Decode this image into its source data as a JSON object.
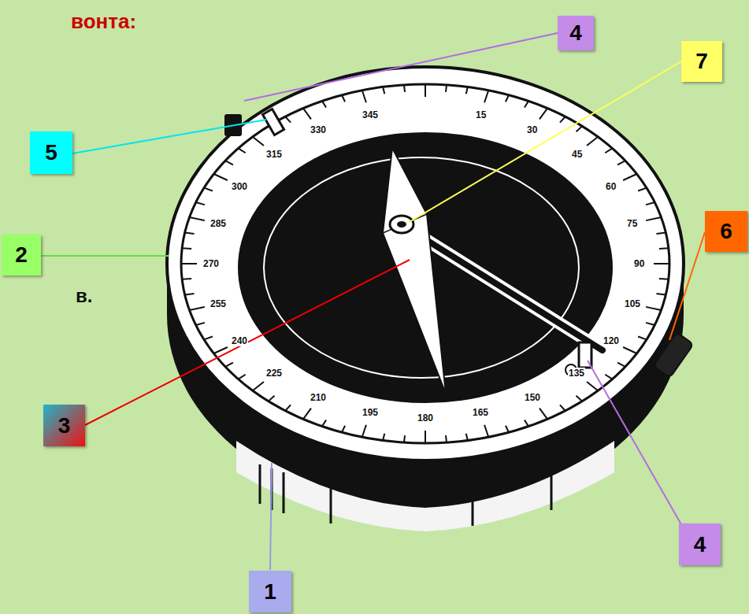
{
  "diagram": {
    "nodes": [
      {
        "text": [
          "4"
        ]
      },
      {
        "text": [
          "7"
        ]
      },
      {
        "text": [
          "5"
        ]
      },
      {
        "text": [
          "2"
        ]
      },
      {
        "text": [
          "6"
        ]
      },
      {
        "text": [
          "3"
        ]
      },
      {
        "text": [
          "4"
        ]
      },
      {
        "text": [
          "1"
        ]
      }
    ],
    "labels": [
      "вонта:",
      "в.",
      "345",
      "15",
      "30",
      "45",
      "60",
      "75",
      "90",
      "105",
      "120",
      "135",
      "150",
      "165",
      "180",
      "195",
      "210",
      "225",
      "240",
      "255",
      "270",
      "285",
      "300",
      "315",
      "330"
    ]
  }
}
